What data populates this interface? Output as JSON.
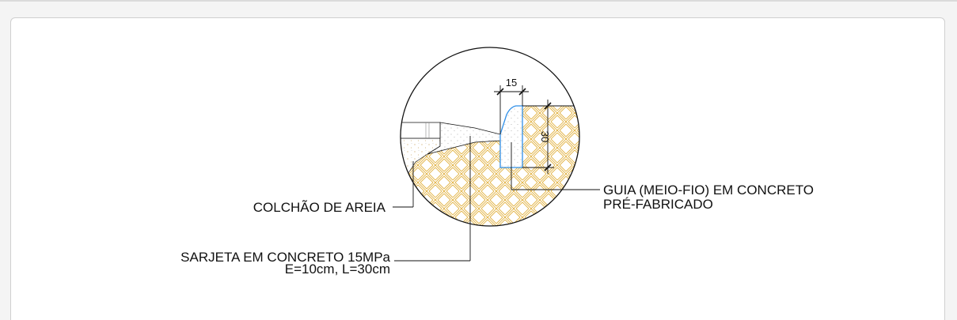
{
  "labels": {
    "colchao": "COLCHÃO DE AREIA",
    "sarjeta_line1": "SARJETA EM CONCRETO 15MPa",
    "sarjeta_line2": "E=10cm, L=30cm",
    "guia_line1": "GUIA (MEIO-FIO) EM CONCRETO",
    "guia_line2": "PRÉ-FABRICADO"
  },
  "dimensions": {
    "width": "15",
    "height": "30"
  },
  "colors": {
    "soil_hatch": "#e3b446",
    "curb_outline": "#2f8fe8",
    "line": "#111111",
    "sand_dots": "#c9a35a"
  }
}
